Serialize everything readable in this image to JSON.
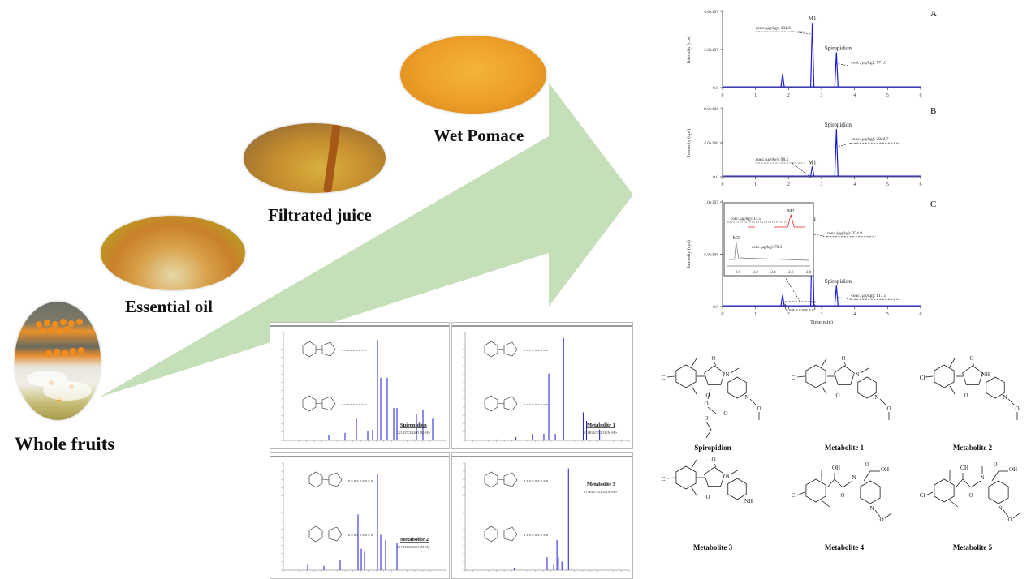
{
  "process_stages": [
    {
      "id": "whole-fruits",
      "label": "Whole fruits"
    },
    {
      "id": "essential-oil",
      "label": "Essential oil"
    },
    {
      "id": "filtrated-juice",
      "label": "Filtrated juice"
    },
    {
      "id": "wet-pomace",
      "label": "Wet Pomace"
    }
  ],
  "colors": {
    "arrow": "#c5e0b9",
    "trace": "#1a1adc",
    "inset_red": "#e02020",
    "text": "#111111"
  },
  "chart_data": [
    {
      "type": "line",
      "panel": "A",
      "xlabel": "",
      "ylabel": "Intensity (cps)",
      "xlim": [
        0,
        6
      ],
      "x_ticks": [
        "0",
        "1",
        "2",
        "3",
        "4",
        "5",
        "6"
      ],
      "ylim": [
        0,
        40000000.0
      ],
      "y_ticks": [
        "0.0",
        "2.0x10^7",
        "4.0x10^7"
      ],
      "peaks": [
        {
          "name": "",
          "rt": 1.82,
          "height": 7200000.0
        },
        {
          "name": "M1",
          "rt": 2.72,
          "height": 34000000.0,
          "annotation": "conc.(μg/kg): 181.6"
        },
        {
          "name": "Spiropidion",
          "rt": 3.45,
          "height": 18500000.0,
          "annotation": "conc.(μg/kg): 171.6"
        }
      ]
    },
    {
      "type": "line",
      "panel": "B",
      "xlabel": "",
      "ylabel": "Intensity (cps)",
      "xlim": [
        0,
        6
      ],
      "x_ticks": [
        "0",
        "1",
        "2",
        "3",
        "4",
        "5",
        "6"
      ],
      "ylim": [
        0,
        8000000.0
      ],
      "y_ticks": [
        "0.0",
        "4.0x10^6",
        "8.0x10^6"
      ],
      "peaks": [
        {
          "name": "M1",
          "rt": 2.72,
          "height": 1200000.0,
          "annotation": "conc.(μg/kg): 98.5"
        },
        {
          "name": "Spiropidion",
          "rt": 3.45,
          "height": 5600000.0,
          "annotation": "conc.(μg/kg): 2022.7"
        }
      ]
    },
    {
      "type": "line",
      "panel": "C",
      "xlabel": "Time(min)",
      "ylabel": "Intensity (cps)",
      "xlim": [
        0,
        6
      ],
      "x_ticks": [
        "0",
        "1",
        "2",
        "3",
        "4",
        "5",
        "6"
      ],
      "ylim": [
        0,
        10000000.0
      ],
      "y_ticks": [
        "0.0",
        "5.0x10^6",
        "1.0x10^7"
      ],
      "peaks": [
        {
          "name": "",
          "rt": 1.82,
          "height": 1100000.0
        },
        {
          "name": "M1",
          "rt": 2.72,
          "height": 8000000.0,
          "annotation": "conc.(μg/kg): 374.8"
        },
        {
          "name": "Spiropidion",
          "rt": 3.45,
          "height": 2000000.0,
          "annotation": "conc.(μg/kg): 117.5"
        }
      ],
      "inset": {
        "xlim": [
          1.9,
          2.8
        ],
        "x_ticks": [
          "2.0",
          "2.2",
          "2.4",
          "2.6",
          "2.8"
        ],
        "peaks": [
          {
            "name": "M2",
            "rt": 2.6,
            "annotation": "conc.(μg/kg): 14.5",
            "color": "red"
          },
          {
            "name": "M3",
            "rt": 1.98,
            "annotation": "conc.(μg/kg): 76.3",
            "color": "gray"
          }
        ]
      }
    }
  ],
  "ms_spectra": [
    {
      "title": "Spiropidion",
      "formula": "C21H27ClN2O5 [M+H]+"
    },
    {
      "title": "Metabolite 1",
      "formula": "C18H23ClN2O3 [M+H]+"
    },
    {
      "title": "Metabolite 2",
      "formula": "C17H21ClN2O3 [M+H]+"
    },
    {
      "title": "Metabolite 3",
      "formula": "C17H21ClN2O2 [M+H]+"
    }
  ],
  "structures": [
    {
      "label": "Spiropidion"
    },
    {
      "label": "Metabolite 1"
    },
    {
      "label": "Metabolite 2"
    },
    {
      "label": "Metabolite 3"
    },
    {
      "label": "Metabolite 4"
    },
    {
      "label": "Metabolite 5"
    }
  ],
  "structure_atoms": {
    "cl": "Cl",
    "o": "O",
    "n": "N",
    "nh": "NH",
    "oh": "OH"
  }
}
